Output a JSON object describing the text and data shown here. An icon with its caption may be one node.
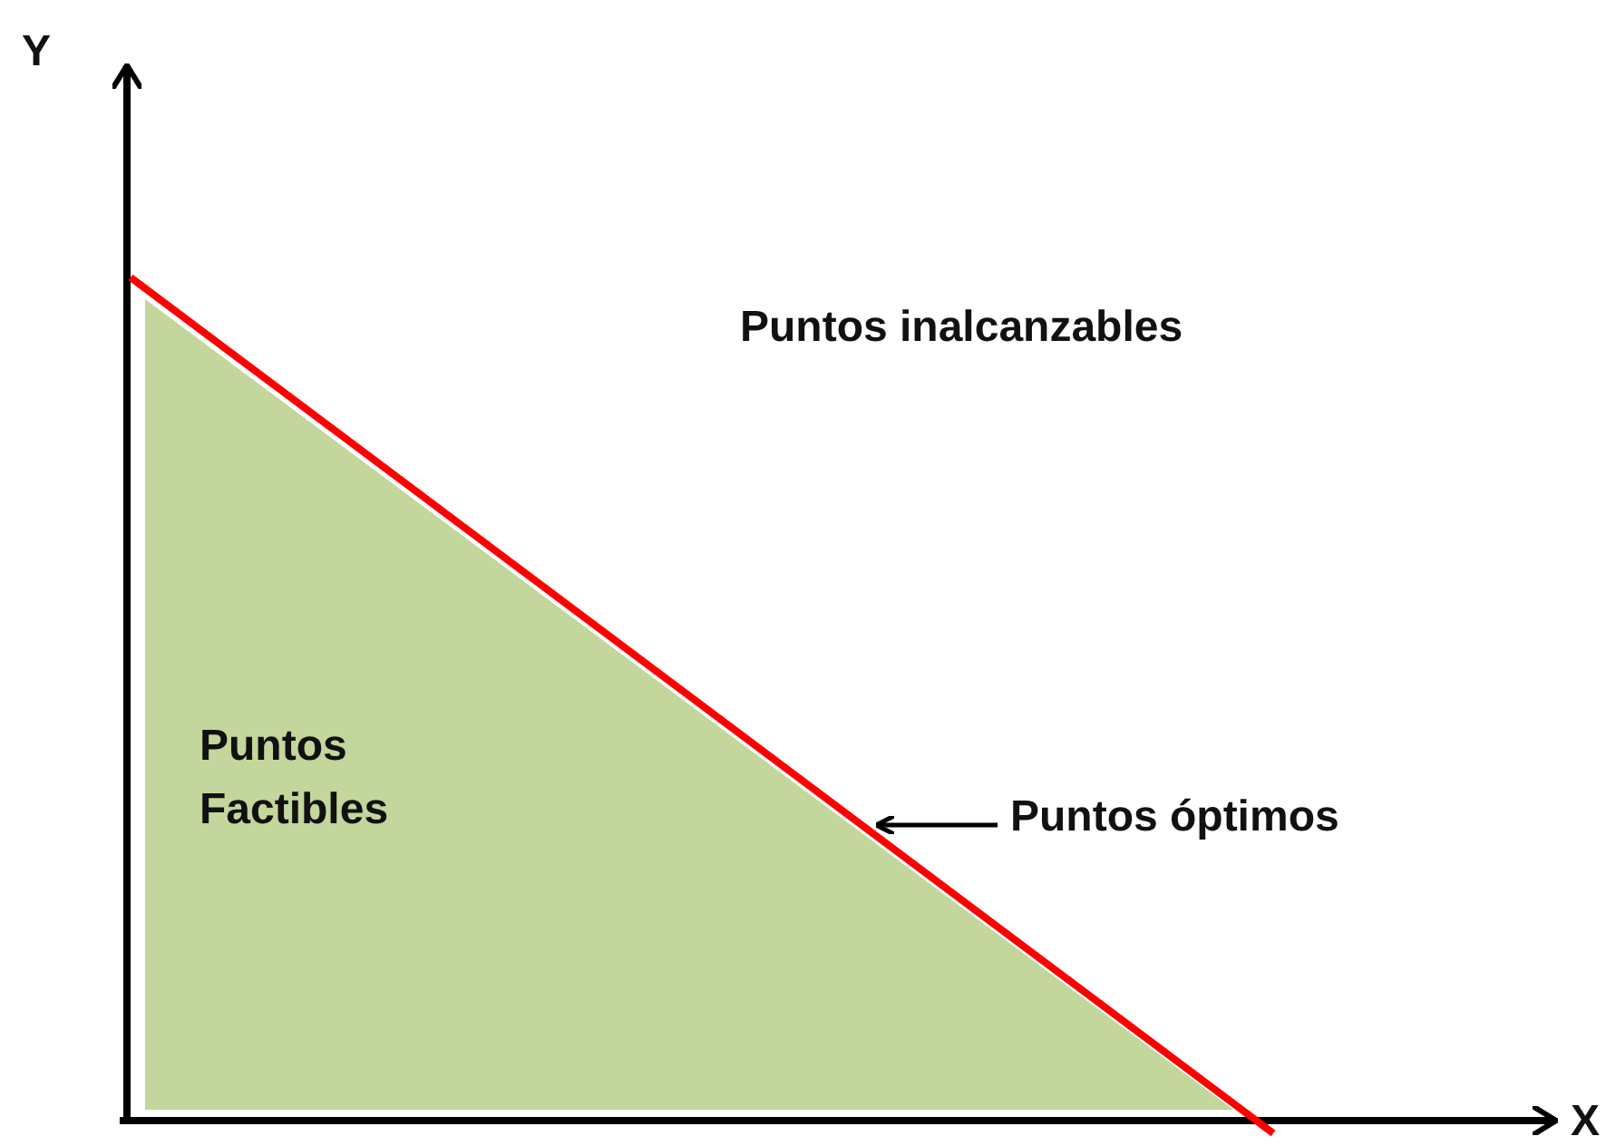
{
  "diagram": {
    "nodes": [
      {
        "text": [
          "Puntos Factibles"
        ]
      },
      {
        "text": [
          "Puntos óptimos"
        ]
      },
      {
        "text": [],
        "shape": "line"
      }
    ],
    "edges": [
      {
        "from": 1,
        "to": 2,
        "arrow": "to"
      }
    ],
    "labels": [
      "Y",
      "Puntos inalcanzables",
      "X"
    ]
  }
}
